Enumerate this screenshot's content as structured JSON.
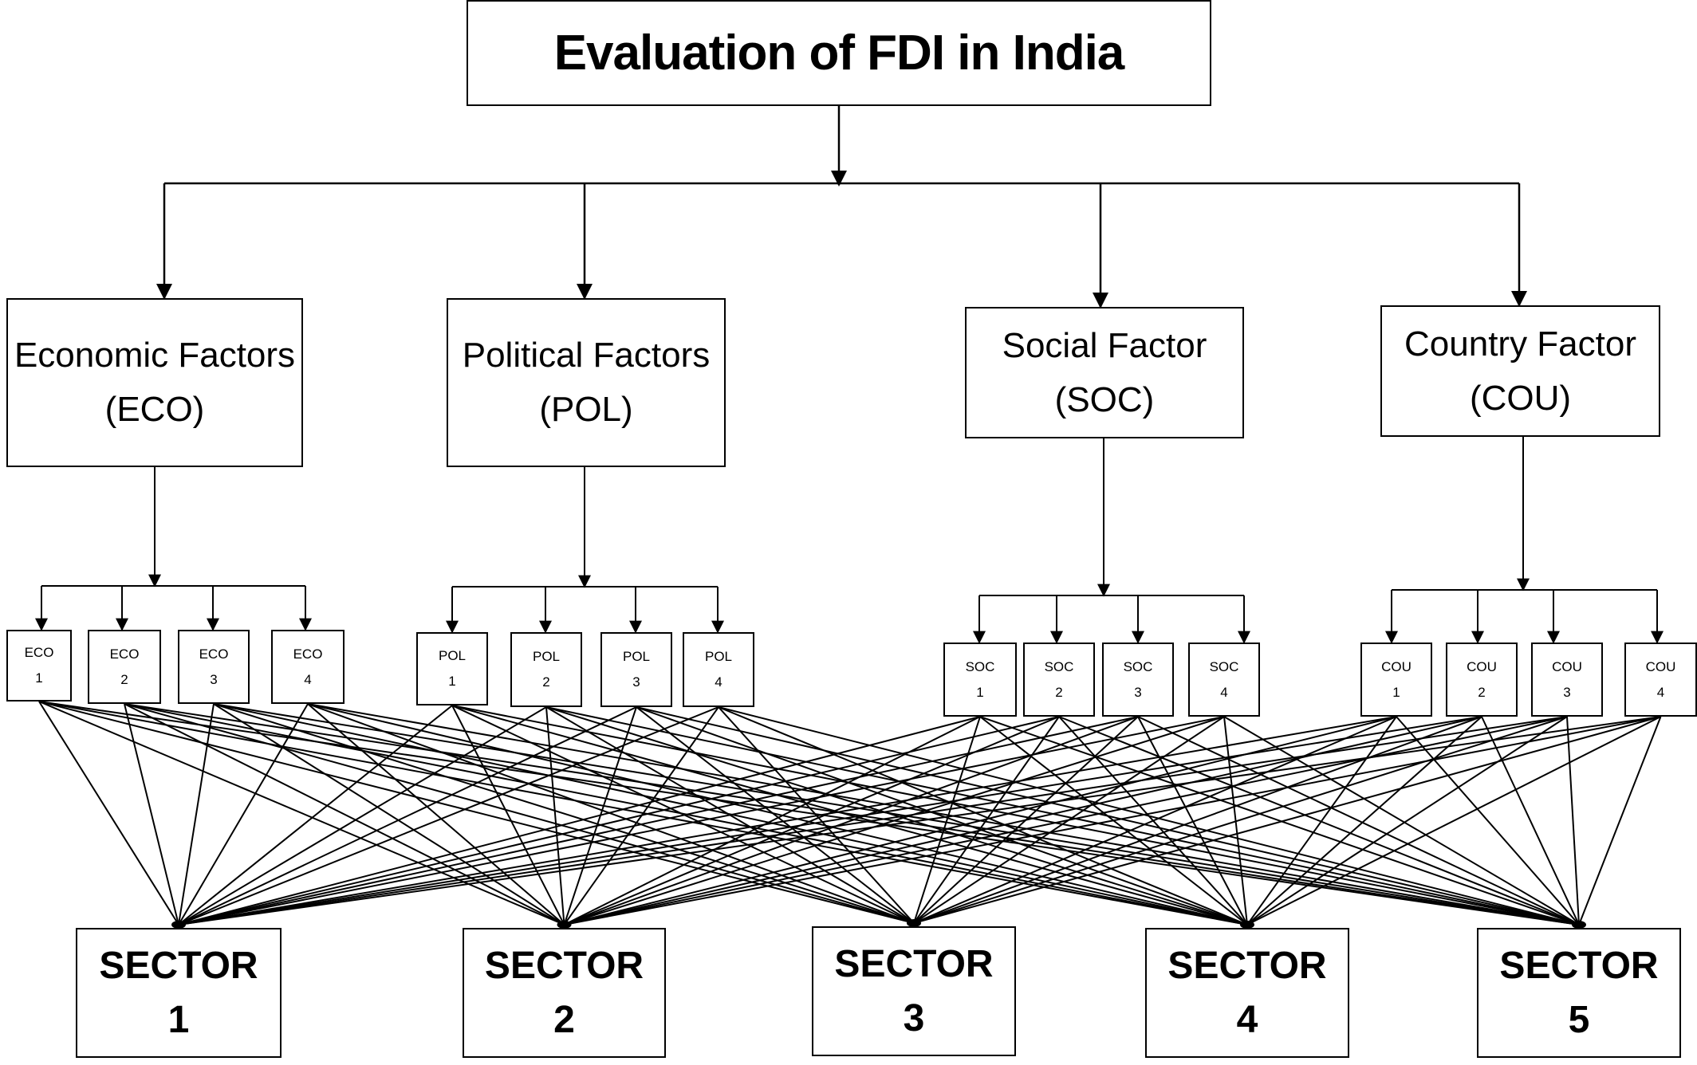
{
  "title": "Evaluation of FDI in India",
  "factors": [
    {
      "name": "Economic Factors",
      "code": "(ECO)",
      "subs": [
        [
          "ECO",
          "1"
        ],
        [
          "ECO",
          "2"
        ],
        [
          "ECO",
          "3"
        ],
        [
          "ECO",
          "4"
        ]
      ]
    },
    {
      "name": "Political Factors",
      "code": "(POL)",
      "subs": [
        [
          "POL",
          "1"
        ],
        [
          "POL",
          "2"
        ],
        [
          "POL",
          "3"
        ],
        [
          "POL",
          "4"
        ]
      ]
    },
    {
      "name": "Social Factor",
      "code": "(SOC)",
      "subs": [
        [
          "SOC",
          "1"
        ],
        [
          "SOC",
          "2"
        ],
        [
          "SOC",
          "3"
        ],
        [
          "SOC",
          "4"
        ]
      ]
    },
    {
      "name": "Country Factor",
      "code": "(COU)",
      "subs": [
        [
          "COU",
          "1"
        ],
        [
          "COU",
          "2"
        ],
        [
          "COU",
          "3"
        ],
        [
          "COU",
          "4"
        ]
      ]
    }
  ],
  "sectors": [
    {
      "label": "SECTOR",
      "num": "1"
    },
    {
      "label": "SECTOR",
      "num": "2"
    },
    {
      "label": "SECTOR",
      "num": "3"
    },
    {
      "label": "SECTOR",
      "num": "4"
    },
    {
      "label": "SECTOR",
      "num": "5"
    }
  ]
}
